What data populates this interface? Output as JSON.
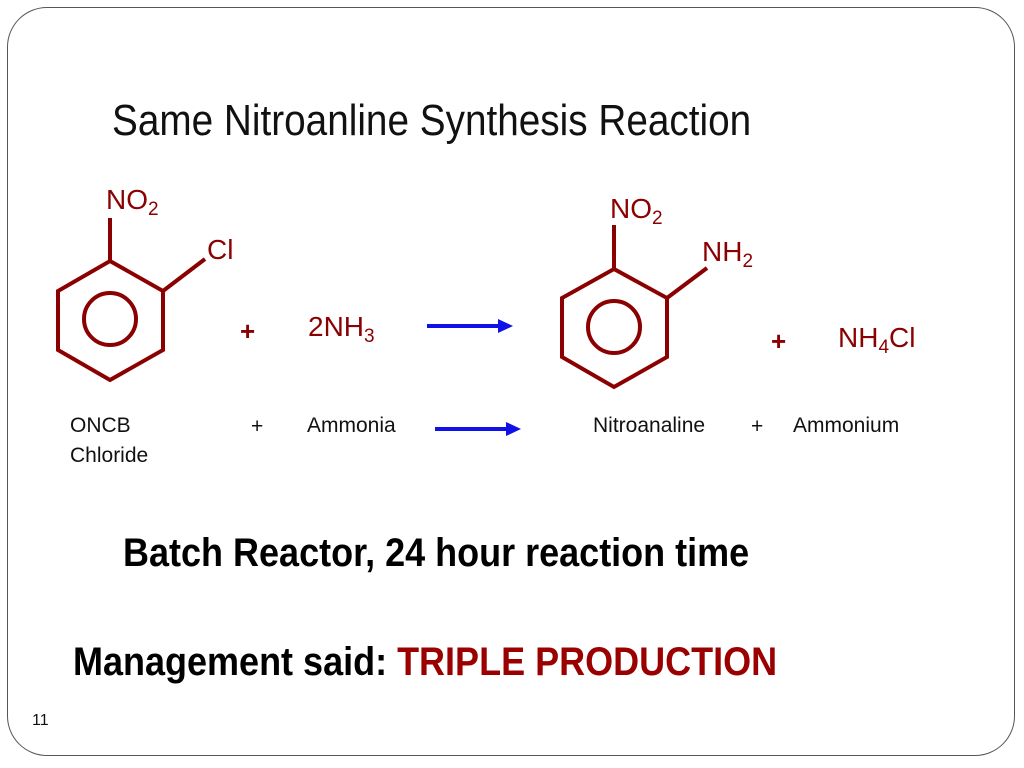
{
  "slide": {
    "title": "Same Nitroanline Synthesis Reaction",
    "page_number": "11"
  },
  "colors": {
    "chemistry": "#8b0000",
    "arrow": "#1010e8",
    "highlight": "#9b0000",
    "text": "#111111",
    "frame": "#555555"
  },
  "reaction": {
    "reactant1": {
      "substituent_top": {
        "base": "NO",
        "sub": "2"
      },
      "substituent_side": {
        "base": "Cl",
        "sub": ""
      },
      "ring_icon": "benzene-ring"
    },
    "plus1": "+",
    "reactant2": {
      "coef": "2NH",
      "sub": "3"
    },
    "arrow_icon": "right-arrow",
    "product1": {
      "substituent_top": {
        "base": "NO",
        "sub": "2"
      },
      "substituent_side": {
        "base": "NH",
        "sub": "2"
      },
      "ring_icon": "benzene-ring"
    },
    "plus2": "+",
    "product2": {
      "pre": "NH",
      "sub": "4",
      "post": "Cl"
    }
  },
  "names": {
    "reactant1_line1": "ONCB",
    "reactant1_line2": "Chloride",
    "plus1": "+",
    "reactant2": "Ammonia",
    "product1": "Nitroanaline",
    "plus2": "+",
    "product2": "Ammonium"
  },
  "statements": {
    "conditions": "Batch Reactor, 24 hour reaction time",
    "management_prefix": "Management said: ",
    "management_highlight": "TRIPLE PRODUCTION"
  }
}
